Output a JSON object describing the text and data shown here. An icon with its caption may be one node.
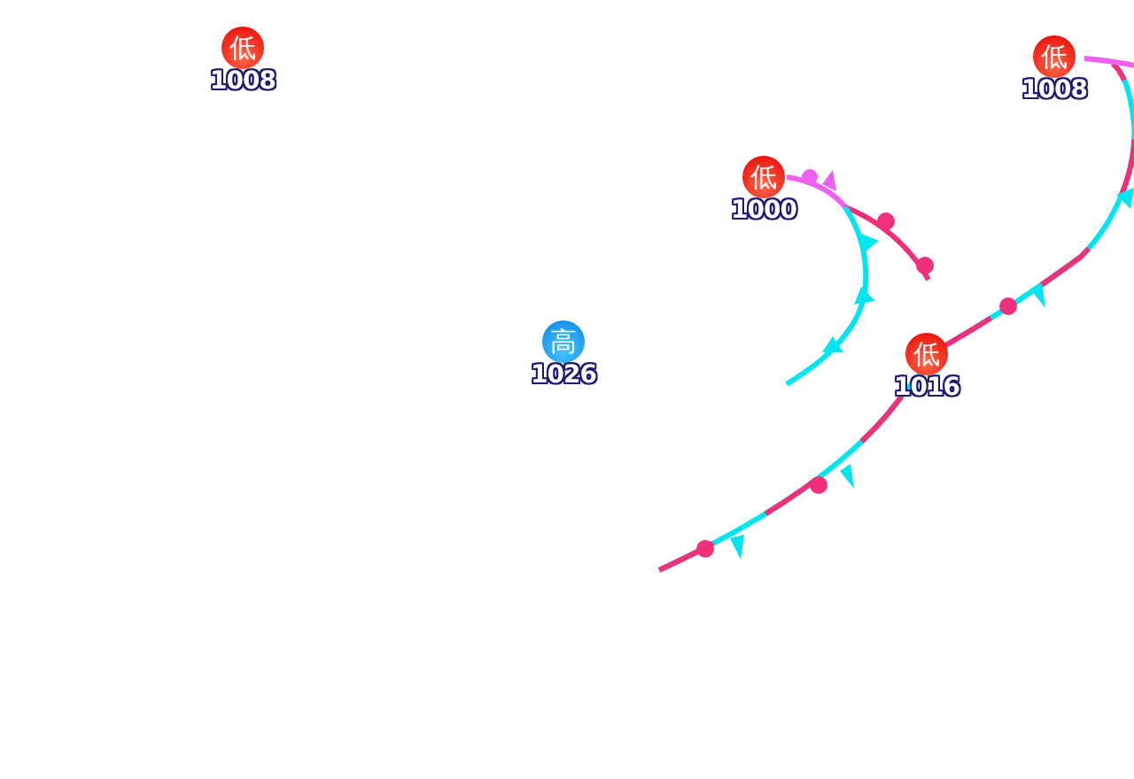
{
  "diagram": {
    "nodes": [
      {
        "text": [
          "低",
          "1008"
        ]
      },
      {
        "text": [
          "低",
          "1008"
        ]
      },
      {
        "text": [
          "低",
          "1000"
        ]
      },
      {
        "text": [
          "高",
          "1026"
        ]
      },
      {
        "text": [
          "低",
          "1016"
        ]
      }
    ],
    "edges": []
  }
}
